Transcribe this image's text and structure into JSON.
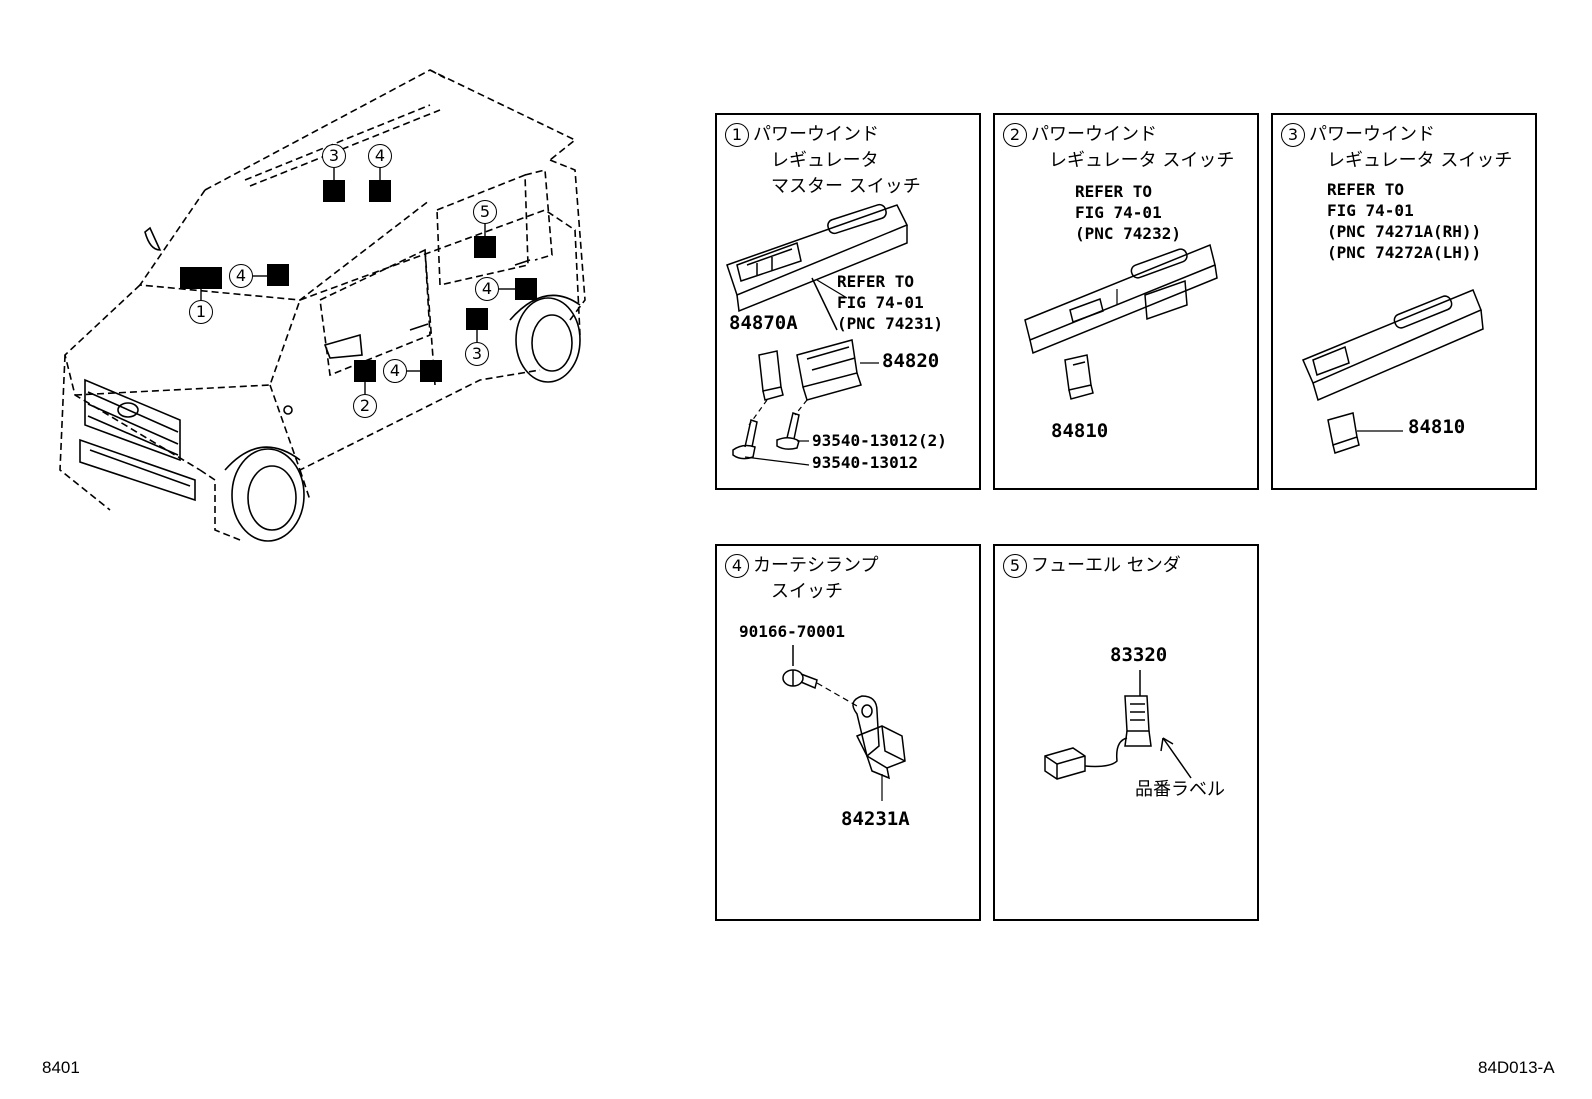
{
  "vehicle": {
    "markers": [
      {
        "label": "3"
      },
      {
        "label": "4"
      },
      {
        "label": "5"
      },
      {
        "label": "4"
      },
      {
        "label": "1"
      },
      {
        "label": "4"
      },
      {
        "label": "3"
      },
      {
        "label": "2"
      },
      {
        "label": "4"
      }
    ]
  },
  "panels": {
    "p1": {
      "num": "1",
      "title_lines": [
        "パワーウインド",
        "レギュレータ",
        "マスター スイッチ"
      ],
      "ref": "REFER TO\nFIG 74-01\n(PNC 74231)",
      "parts": [
        "84870A",
        "84820",
        "93540-13012(2)",
        "93540-13012"
      ]
    },
    "p2": {
      "num": "2",
      "title_lines": [
        "パワーウインド",
        "レギュレータ スイッチ"
      ],
      "ref": "REFER TO\nFIG 74-01\n(PNC 74232)",
      "parts": [
        "84810"
      ]
    },
    "p3": {
      "num": "3",
      "title_lines": [
        "パワーウインド",
        "レギュレータ スイッチ"
      ],
      "ref": "REFER TO\nFIG 74-01\n(PNC 74271A(RH))\n(PNC 74272A(LH))",
      "parts": [
        "84810"
      ]
    },
    "p4": {
      "num": "4",
      "title_lines": [
        "カーテシランプ",
        "スイッチ"
      ],
      "parts": [
        "90166-70001",
        "84231A"
      ]
    },
    "p5": {
      "num": "5",
      "title_lines": [
        "フューエル センダ"
      ],
      "parts": [
        "83320"
      ],
      "callout": "品番ラベル"
    }
  },
  "footer": {
    "left": "8401",
    "right": "84D013-A"
  }
}
